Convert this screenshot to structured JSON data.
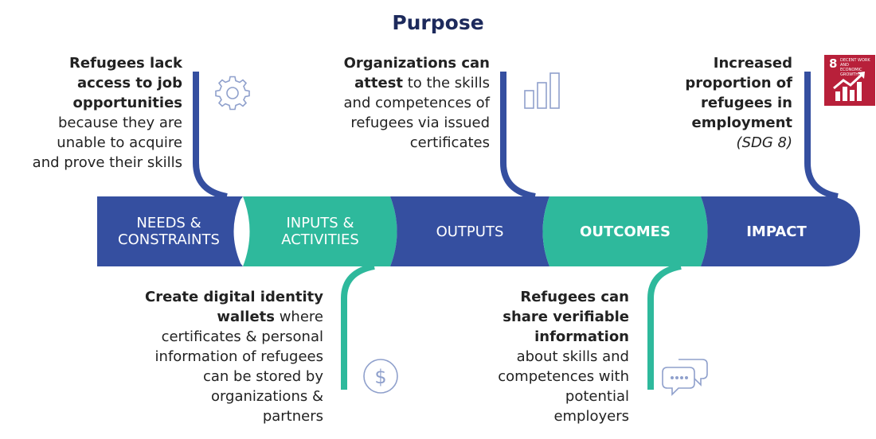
{
  "title": "Purpose",
  "stages": [
    {
      "lines": [
        "NEEDS &",
        "CONSTRAINTS"
      ],
      "bold": false
    },
    {
      "lines": [
        "INPUTS &",
        "ACTIVITIES"
      ],
      "bold": false
    },
    {
      "lines": [
        "OUTPUTS"
      ],
      "bold": false
    },
    {
      "lines": [
        "OUTCOMES"
      ],
      "bold": true
    },
    {
      "lines": [
        "IMPACT"
      ],
      "bold": true
    }
  ],
  "needs": {
    "bold_lines": [
      "Refugees lack",
      "access to job",
      "opportunities"
    ],
    "lines": [
      "because they are",
      "unable to acquire",
      "and prove their skills"
    ]
  },
  "outputs": {
    "bold_part": "Organizations can",
    "bold_word": "attest",
    "line2_rest": " to the skills",
    "lines": [
      "and competences of",
      "refugees via issued",
      "certificates"
    ]
  },
  "impact": {
    "bold_lines": [
      "Increased",
      "proportion of",
      "refugees in",
      "employment"
    ],
    "italic": "(SDG 8)"
  },
  "inputs": {
    "bold_line1": "Create digital identity",
    "bold_word": "wallets",
    "line2_rest": " where",
    "lines": [
      "certificates & personal",
      "information of refugees",
      "can be stored by",
      "organizations &",
      "partners"
    ]
  },
  "outcomes": {
    "bold_lines": [
      "Refugees can",
      "share verifiable",
      "information"
    ],
    "lines": [
      "about skills and",
      "competences with",
      "potential",
      "employers"
    ]
  },
  "sdg_badge": {
    "number": "8",
    "caption": "DECENT WORK AND ECONOMIC GROWTH"
  },
  "colors": {
    "blue": "#354fa0",
    "teal": "#2eb99c",
    "title": "#1d2a5c",
    "sdg_red": "#b8203a"
  },
  "icons": [
    "gear-icon",
    "bar-chart-icon",
    "dollar-icon",
    "chat-bubbles-icon",
    "growth-chart-icon"
  ]
}
